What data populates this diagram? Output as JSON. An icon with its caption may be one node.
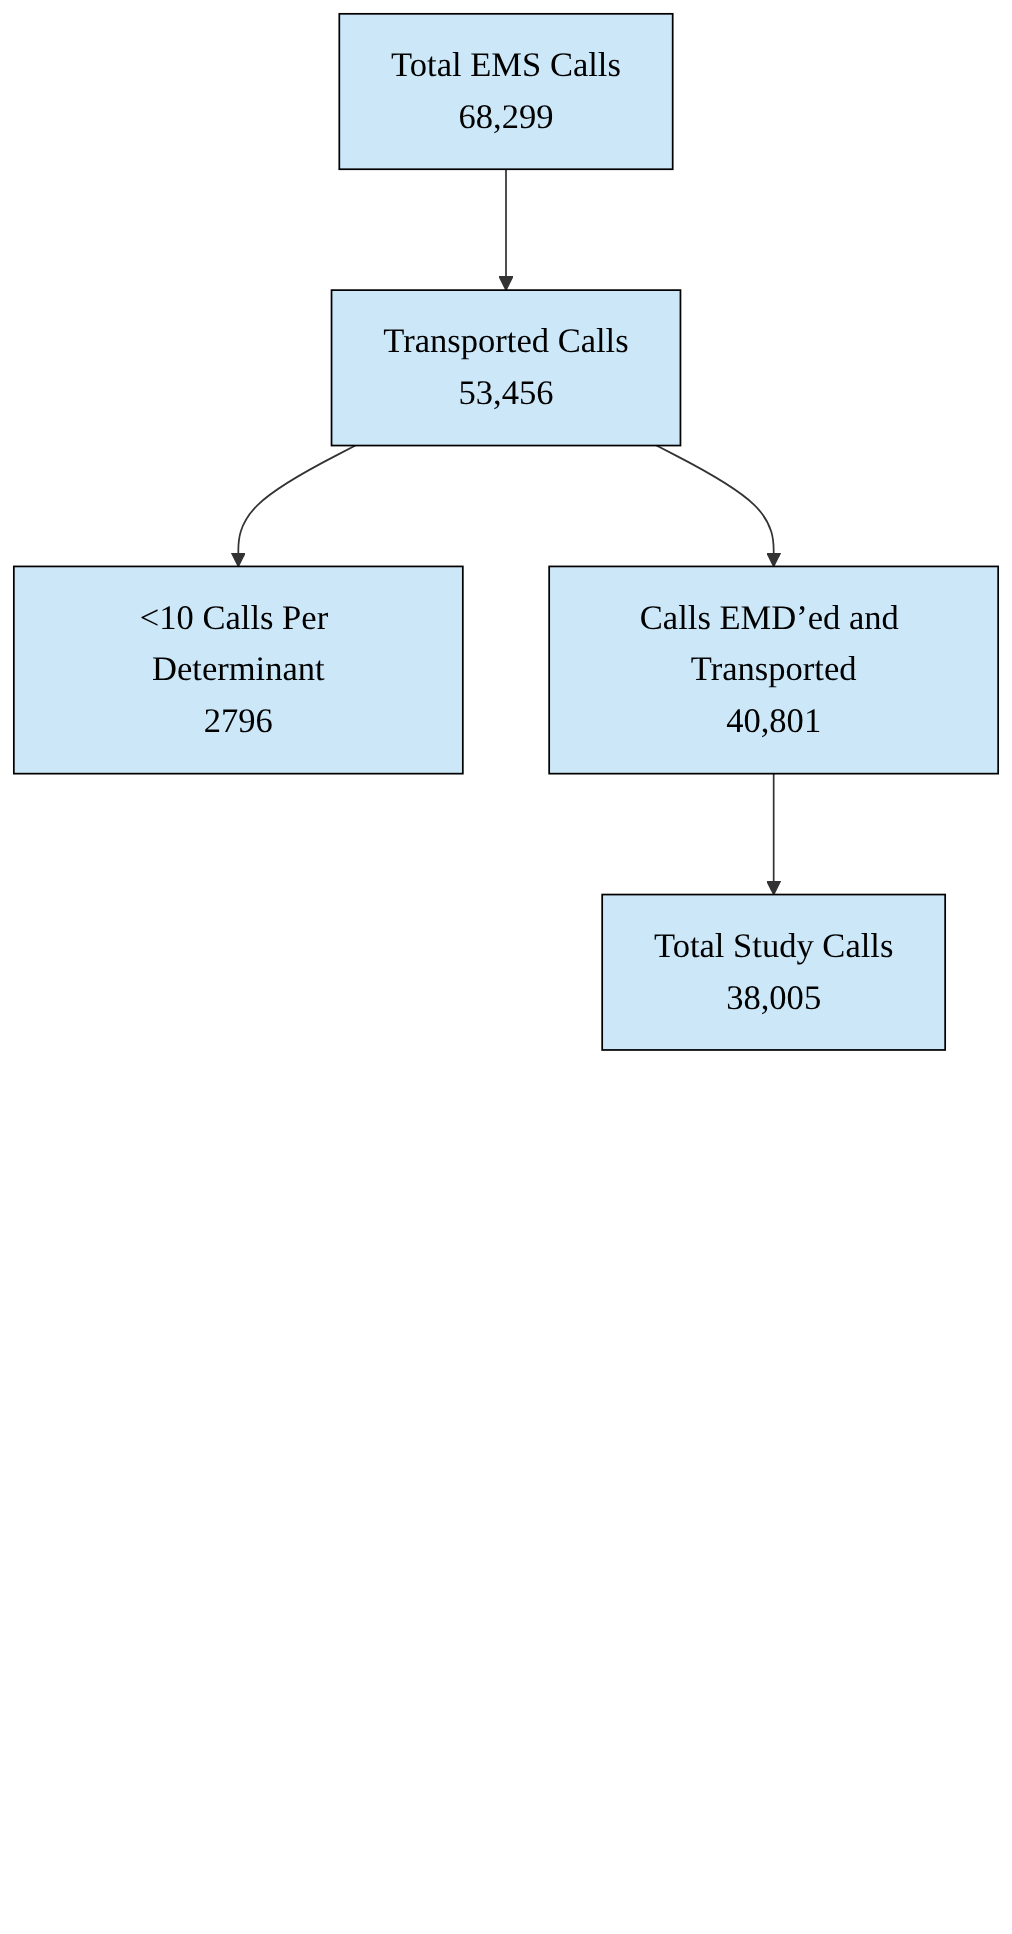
{
  "diagram": {
    "nodes": [
      {
        "text": [
          "Total EMS Calls",
          "68,299"
        ]
      },
      {
        "text": [
          "Transported Calls",
          "53,456"
        ]
      },
      {
        "text": [
          "<10 Calls Per Determinant",
          "2796"
        ]
      },
      {
        "text": [
          "Calls EMD’ed and Transported",
          "40,801"
        ]
      },
      {
        "text": [
          "Total Study Calls",
          "38,005"
        ]
      }
    ],
    "edges": [
      {
        "from": 0,
        "to": 1,
        "arrow": "to"
      },
      {
        "from": 1,
        "to": 2,
        "arrow": "to"
      },
      {
        "from": 1,
        "to": 3,
        "arrow": "to"
      },
      {
        "from": 3,
        "to": 4,
        "arrow": "to"
      }
    ]
  }
}
